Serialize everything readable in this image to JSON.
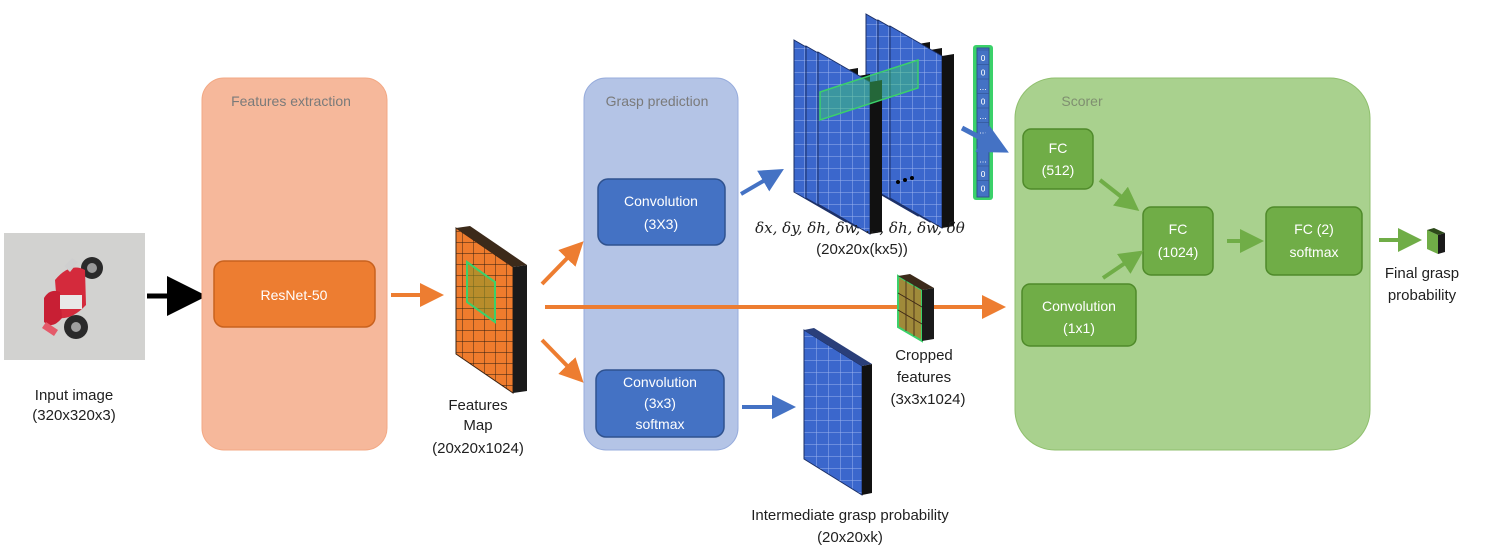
{
  "input": {
    "line1": "Input image",
    "line2": "(320x320x3)"
  },
  "features_extraction": {
    "title": "Features extraction",
    "resnet_label": "ResNet-50"
  },
  "features_map": {
    "line1": "Features",
    "line2": "Map",
    "line3": "(20x20x1024)"
  },
  "grasp_prediction": {
    "title": "Grasp prediction",
    "conv_top_line1": "Convolution",
    "conv_top_line2": "(3X3)",
    "conv_bottom_line1": "Convolution",
    "conv_bottom_line2": "(3x3)",
    "conv_bottom_line3": "softmax"
  },
  "regression_output": {
    "deltas": "δx, δy, δh, δw, ..., δh, δw, δθ",
    "shape": "(20x20x(kx5))",
    "vector_cells": [
      "0",
      "0",
      "...",
      "0",
      "...",
      "...",
      "0",
      "...",
      "0",
      "0"
    ]
  },
  "cropped_features": {
    "line1": "Cropped",
    "line2": "features",
    "line3": "(3x3x1024)"
  },
  "intermediate": {
    "line1": "Intermediate grasp probability",
    "line2": "(20x20xk)"
  },
  "scorer": {
    "title": "Scorer",
    "fc512_line1": "FC",
    "fc512_line2": "(512)",
    "conv_line1": "Convolution",
    "conv_line2": "(1x1)",
    "fc1024_line1": "FC",
    "fc1024_line2": "(1024)",
    "fc2_line1": "FC (2)",
    "fc2_line2": "softmax"
  },
  "final": {
    "line1": "Final grasp",
    "line2": "probability"
  },
  "colors": {
    "orange_panel": "#f6b89b",
    "orange_box": "#ed7d31",
    "blue_panel": "#b4c4e6",
    "blue_box": "#4472c4",
    "green_panel": "#a9d18e",
    "green_box": "#70ad47",
    "tensor_blue": "#3a66c9",
    "tensor_orange": "#ee7b2c",
    "highlight_green": "#3bd16a"
  }
}
